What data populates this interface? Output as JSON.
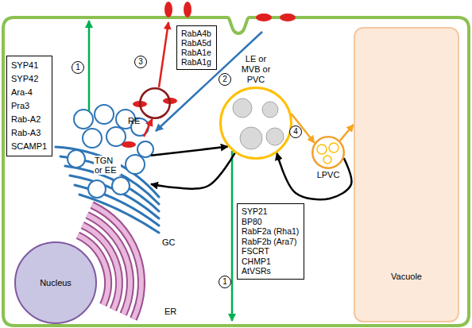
{
  "diagram": {
    "nodes": [
      {
        "text": [
          "SYP41",
          "SYP42",
          "Ara-4",
          "Pra3",
          "Rab-A2",
          "Rab-A3",
          "SCAMP1"
        ]
      },
      {
        "text": [
          "RE"
        ]
      },
      {
        "text": [
          "RabA4b",
          "RabA5d",
          "RabA1e",
          "RabA1g"
        ]
      },
      {
        "text": [
          "TGN or EE"
        ]
      },
      {
        "text": [
          "LE or MVB or PVC"
        ]
      },
      {
        "text": [
          "LPVC"
        ]
      },
      {
        "text": [
          "Vacuole"
        ]
      },
      {
        "text": [
          "GC"
        ]
      },
      {
        "text": [
          "SYP21",
          "BP80",
          "RabF2a (Rha1)",
          "RabF2b (Ara7)",
          "FSCRT",
          "CHMP1",
          "AtVSRs"
        ]
      },
      {
        "text": [
          "Nucleus"
        ]
      },
      {
        "text": [
          "ER"
        ]
      }
    ],
    "edges": [
      {
        "from": 3,
        "to": 1,
        "arrow": "to"
      },
      {
        "from": 3,
        "to": 4,
        "arrow": "to"
      },
      {
        "from": 4,
        "to": 3,
        "arrow": "to"
      },
      {
        "from": 4,
        "to": 5,
        "arrow": "to"
      },
      {
        "from": 5,
        "to": 6,
        "arrow": "to"
      },
      {
        "from": 5,
        "to": 4,
        "arrow": "to"
      }
    ],
    "labels": [
      "1",
      "3",
      "2",
      "4",
      "1"
    ]
  }
}
